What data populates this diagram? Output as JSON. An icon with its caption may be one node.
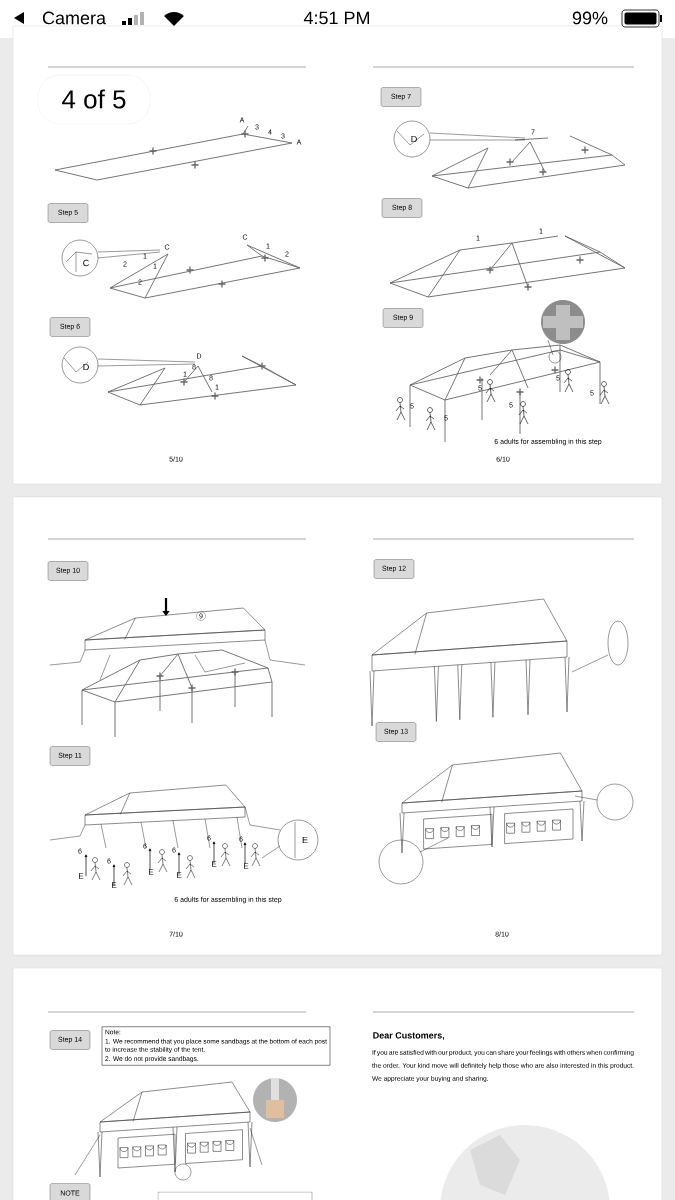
{
  "diagram": {
    "nodes": [
      {
        "text": [
          "Step 5"
        ]
      },
      {
        "text": [
          "Step 6"
        ]
      },
      {
        "text": [
          "Step 7"
        ]
      },
      {
        "text": [
          "Step 8"
        ]
      },
      {
        "text": [
          "Step 9"
        ]
      },
      {
        "text": [
          "Step 10"
        ]
      },
      {
        "text": [
          "Step 11"
        ]
      },
      {
        "text": [
          "Step 12"
        ]
      },
      {
        "text": [
          "Step 13"
        ]
      },
      {
        "text": [
          "Step 14"
        ]
      },
      {
        "text": [
          "Note:",
          "1. We recommend that you place some sandbags at the bottom of each post to increase the stability of the tent.",
          "2. We do not provide sandbags."
        ]
      },
      {
        "text": [
          "NOTE"
        ]
      },
      {
        "text": [],
        "shape": "box"
      }
    ],
    "labels": [
      "Camera",
      "4:51 PM",
      "99%",
      "4 of 5",
      "A",
      "3",
      "4",
      "3",
      "A",
      "D",
      "7",
      "C",
      "2",
      "2",
      "1",
      "1",
      "C",
      "C",
      "1",
      "2",
      "1",
      "1",
      "D",
      "1",
      "8",
      "D",
      "8",
      "1",
      "5",
      "5",
      "5",
      "5",
      "5",
      "5",
      "6 adults for assembling in this step",
      "5/10",
      "6/10",
      "9",
      "6",
      "6",
      "6",
      "6",
      "6",
      "6",
      "E",
      "E",
      "E",
      "E",
      "E",
      "E",
      "E",
      "6 adults for assembling in this step",
      "7/10",
      "8/10",
      "Dear Customers,",
      "If you are satisfied with our product, you can share your feelings with others when confirming the order. Your kind move will definitely help those who are also interested in this product. We appreciate your buying and sharing."
    ]
  }
}
